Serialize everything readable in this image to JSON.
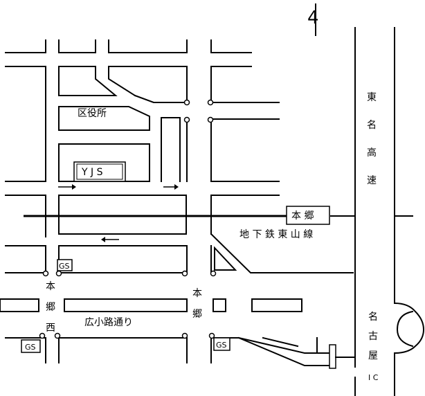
{
  "map": {
    "north_symbol": "4",
    "labels": {
      "ward_office": "区役所",
      "yjs": "Y J S",
      "hongo_station": "本 郷",
      "subway_line": "地 下 鉄 東 山 線",
      "hirokoji": "広小路通り",
      "gs": "GS",
      "hongo_vertical": [
        "本",
        "郷"
      ],
      "hongo_nishi_vertical": [
        "本",
        "郷",
        "西"
      ],
      "tomei_expressway": [
        "東",
        "名",
        "高",
        "速"
      ],
      "nagoya_ic": [
        "名",
        "古",
        "屋",
        "I C"
      ]
    }
  }
}
